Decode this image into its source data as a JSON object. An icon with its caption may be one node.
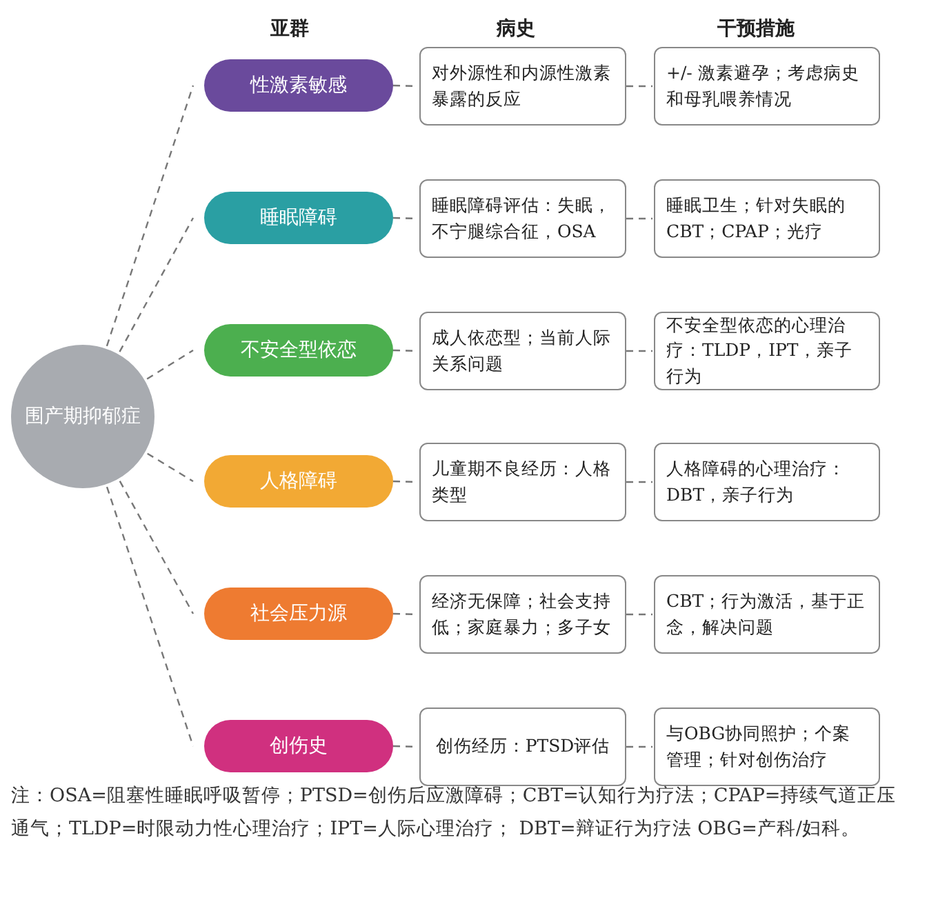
{
  "diagram": {
    "nodes": [
      {
        "text": [
          "围产期抑郁症"
        ]
      },
      {
        "text": [
          "性激素敏感"
        ]
      },
      {
        "text": [
          "对外源性和内源性激素暴露的反应"
        ]
      },
      {
        "text": [
          "+/- 激素避孕；考虑病史和母乳喂养情况"
        ]
      },
      {
        "text": [
          "睡眠障碍"
        ]
      },
      {
        "text": [
          "睡眠障碍评估：失眠，不宁腿综合征，OSA"
        ]
      },
      {
        "text": [
          "睡眠卫生；针对失眠的CBT；CPAP；光疗"
        ]
      },
      {
        "text": [
          "不安全型依恋"
        ]
      },
      {
        "text": [
          "成人依恋型；当前人际关系问题"
        ]
      },
      {
        "text": [
          "不安全型依恋的心理治疗：TLDP，IPT，亲子行为"
        ]
      },
      {
        "text": [
          "人格障碍"
        ]
      },
      {
        "text": [
          "儿童期不良经历：人格类型"
        ]
      },
      {
        "text": [
          "人格障碍的心理治疗：DBT，亲子行为"
        ]
      },
      {
        "text": [
          "社会压力源"
        ]
      },
      {
        "text": [
          "经济无保障；社会支持低；家庭暴力；多子女"
        ]
      },
      {
        "text": [
          "CBT；行为激活，基于正念，解决问题"
        ]
      },
      {
        "text": [
          "创伤史"
        ]
      },
      {
        "text": [
          "创伤经历：PTSD评估"
        ]
      },
      {
        "text": [
          "与OBG协同照护；个案管理；针对创伤治疗"
        ]
      }
    ],
    "edges": [
      {
        "from": 0,
        "to": 1,
        "arrow": "none",
        "style": "dashed"
      },
      {
        "from": 0,
        "to": 4,
        "arrow": "none",
        "style": "dashed"
      },
      {
        "from": 0,
        "to": 7,
        "arrow": "none",
        "style": "dashed"
      },
      {
        "from": 0,
        "to": 10,
        "arrow": "none",
        "style": "dashed"
      },
      {
        "from": 0,
        "to": 13,
        "arrow": "none",
        "style": "dashed"
      },
      {
        "from": 0,
        "to": 16,
        "arrow": "none",
        "style": "dashed"
      },
      {
        "from": 1,
        "to": 2,
        "arrow": "none",
        "style": "dashed"
      },
      {
        "from": 2,
        "to": 3,
        "arrow": "none",
        "style": "dashed"
      },
      {
        "from": 4,
        "to": 5,
        "arrow": "none",
        "style": "dashed"
      },
      {
        "from": 5,
        "to": 6,
        "arrow": "none",
        "style": "dashed"
      },
      {
        "from": 7,
        "to": 8,
        "arrow": "none",
        "style": "dashed"
      },
      {
        "from": 8,
        "to": 9,
        "arrow": "none",
        "style": "dashed"
      },
      {
        "from": 10,
        "to": 11,
        "arrow": "none",
        "style": "dashed"
      },
      {
        "from": 11,
        "to": 12,
        "arrow": "none",
        "style": "dashed"
      },
      {
        "from": 13,
        "to": 14,
        "arrow": "none",
        "style": "dashed"
      },
      {
        "from": 14,
        "to": 15,
        "arrow": "none",
        "style": "dashed"
      },
      {
        "from": 16,
        "to": 17,
        "arrow": "none",
        "style": "dashed"
      },
      {
        "from": 17,
        "to": 18,
        "arrow": "none",
        "style": "dashed"
      }
    ],
    "labels": [
      "亚群",
      "病史",
      "干预措施",
      "注：OSA=阻塞性睡眠呼吸暂停；PTSD=创伤后应激障碍；CBT=认知行为疗法；CPAP=持续气道正压通气；TLDP=时限动力性心理治疗；IPT=人际心理治疗； DBT=辩证行为疗法 OBG=产科/妇科。"
    ]
  }
}
